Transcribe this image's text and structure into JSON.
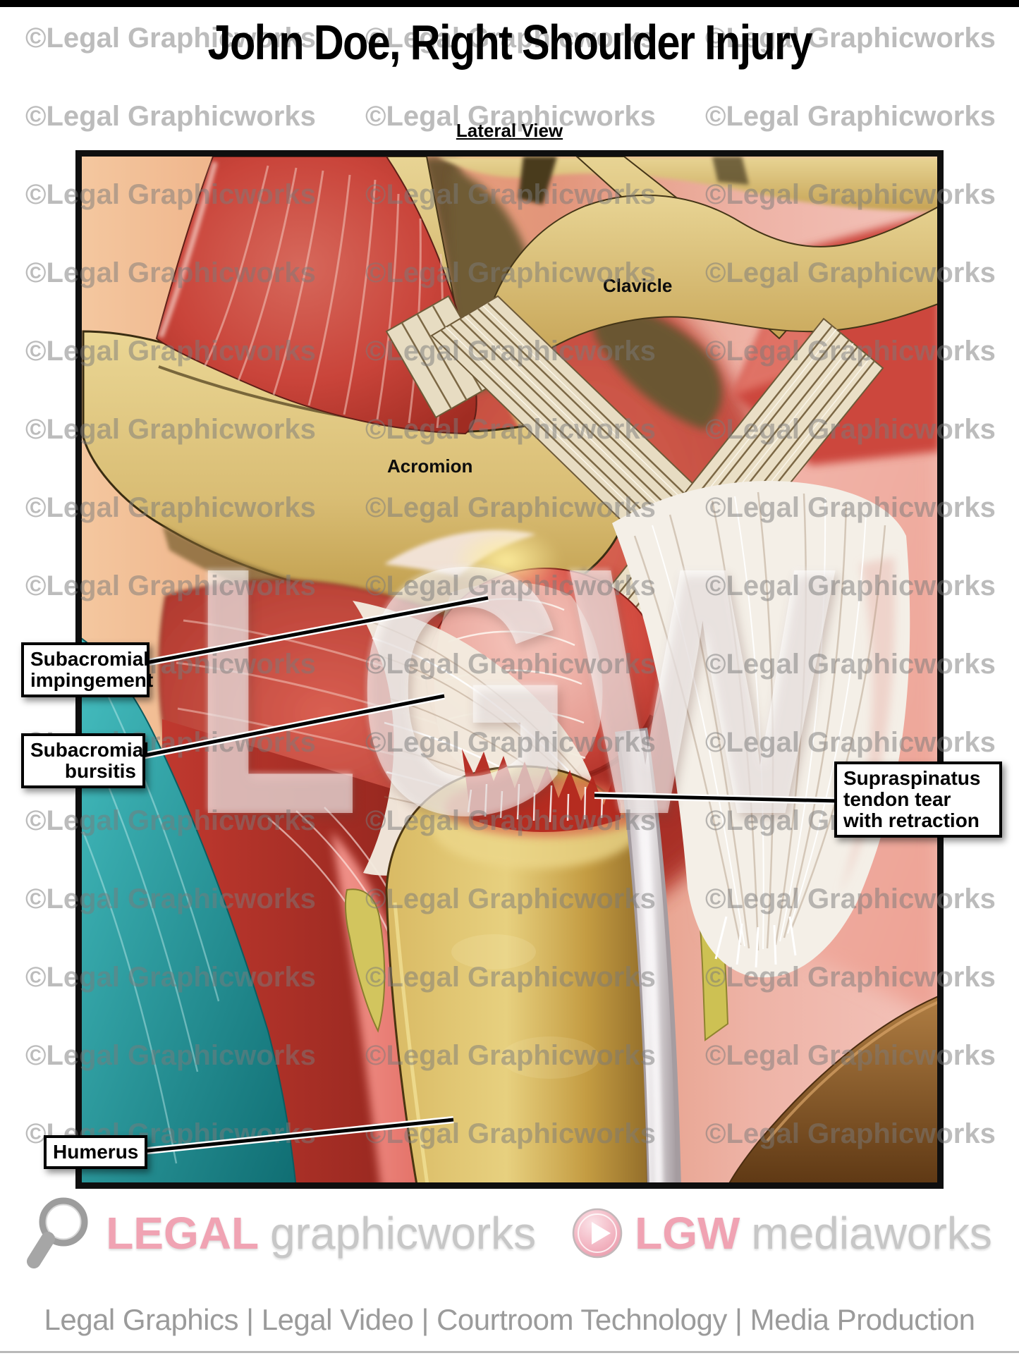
{
  "header": {
    "title": "John Doe, Right Shoulder Injury",
    "view_label": "Lateral View"
  },
  "watermark": {
    "text": "©Legal Graphicworks",
    "logo_text": "LGW"
  },
  "figure": {
    "name": "right-shoulder-lateral-view-illustration",
    "labels": {
      "clavicle": "Clavicle",
      "acromion": "Acromion"
    }
  },
  "callouts": [
    {
      "id": "subacromial-impingement",
      "label": "Subacromial impingement"
    },
    {
      "id": "subacromial-bursitis",
      "label": "Subacromial bursitis"
    },
    {
      "id": "supraspinatus-tear",
      "label": "Supraspinatus tendon tear with retraction"
    },
    {
      "id": "humerus",
      "label": "Humerus"
    }
  ],
  "footer": {
    "brand1_primary": "LEGAL",
    "brand1_secondary": "graphicworks",
    "brand2_primary": "LGW",
    "brand2_secondary": "mediaworks",
    "icons": {
      "brand1": "magnifier-icon",
      "brand2": "play-icon"
    },
    "tagline": "Legal Graphics | Legal Video | Courtroom Technology | Media Production"
  },
  "colors": {
    "brand_pink": "#f0a3b3",
    "brand_gray": "#c7c7c7",
    "tagline_gray": "#9b9b9b",
    "watermark_gray": "#7a7a7a",
    "frame_black": "#0f0f0f",
    "muscle_red": "#c9443a",
    "bone_tan": "#d9bf78",
    "teal_muscle": "#2fa3a8",
    "brown_tissue": "#7b4e20"
  }
}
